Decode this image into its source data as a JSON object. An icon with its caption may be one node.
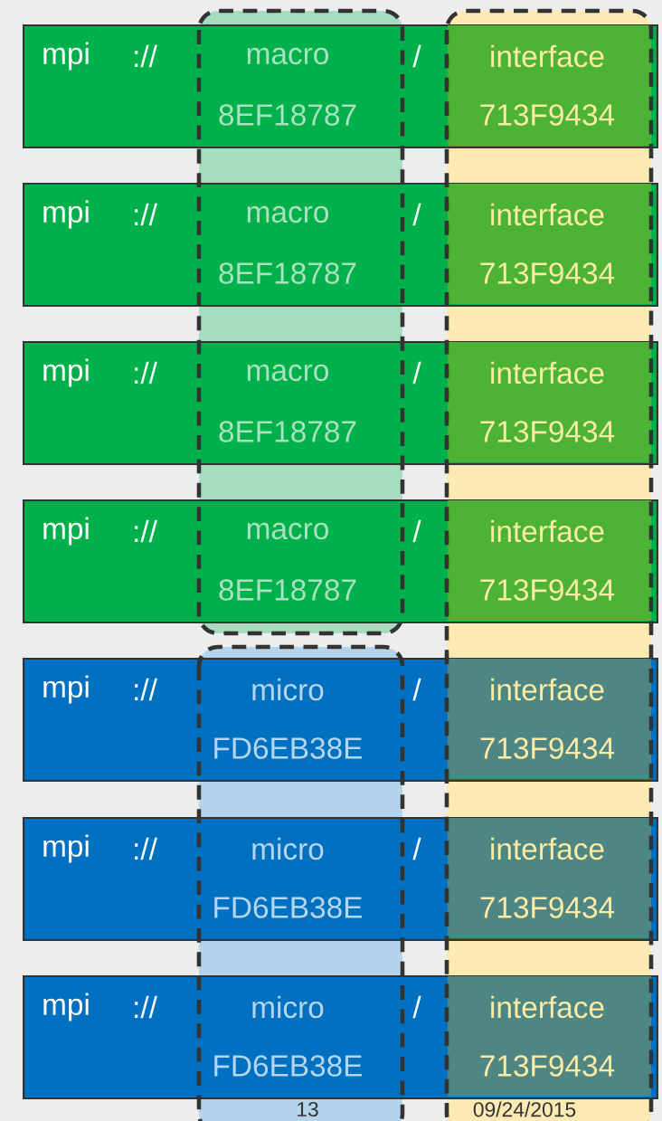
{
  "diagram": {
    "nodes": [
      {
        "text": [
          "mpi",
          "://",
          "macro",
          "8EF18787",
          "/",
          "interface",
          "713F9434"
        ]
      },
      {
        "text": [
          "mpi",
          "://",
          "macro",
          "8EF18787",
          "/",
          "interface",
          "713F9434"
        ]
      },
      {
        "text": [
          "mpi",
          "://",
          "macro",
          "8EF18787",
          "/",
          "interface",
          "713F9434"
        ]
      },
      {
        "text": [
          "mpi",
          "://",
          "macro",
          "8EF18787",
          "/",
          "interface",
          "713F9434"
        ]
      },
      {
        "text": [
          "mpi",
          "://",
          "micro",
          "FD6EB38E",
          "/",
          "interface",
          "713F9434"
        ]
      },
      {
        "text": [
          "mpi",
          "://",
          "micro",
          "FD6EB38E",
          "/",
          "interface",
          "713F9434"
        ]
      },
      {
        "text": [
          "mpi",
          "://",
          "micro",
          "FD6EB38E",
          "/",
          "interface",
          "713F9434"
        ]
      }
    ],
    "labels": [
      "13",
      "09/24/2015"
    ]
  }
}
